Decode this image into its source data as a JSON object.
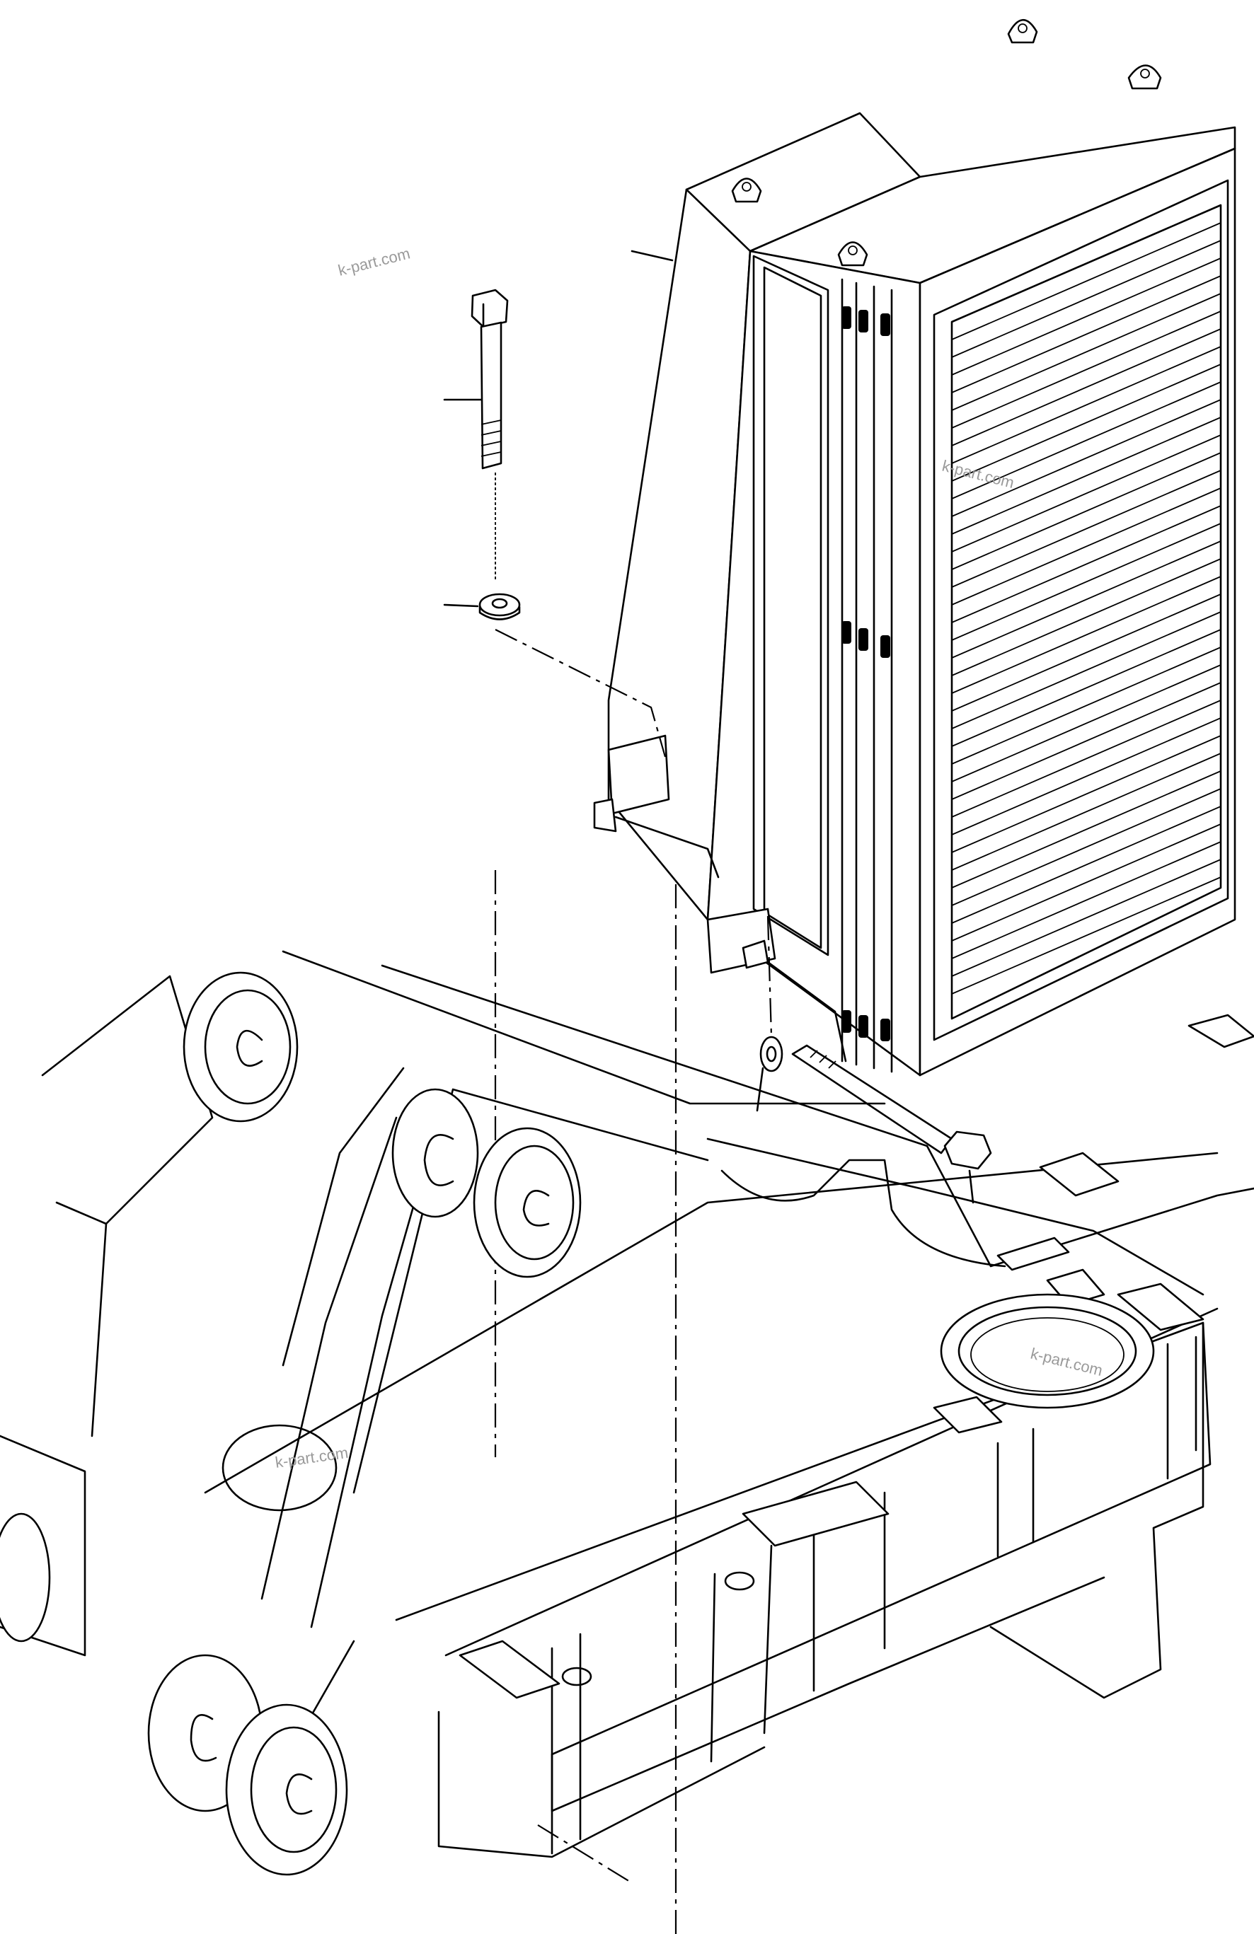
{
  "diagram": {
    "watermarks": [
      {
        "id": "wm-top-left",
        "text": "k-part.com"
      },
      {
        "id": "wm-radiator",
        "text": "k-part.com"
      },
      {
        "id": "wm-frame-right",
        "text": "k-part.com"
      },
      {
        "id": "wm-frame-left",
        "text": "k-part.com"
      }
    ],
    "parts": [
      "radiator-assembly",
      "bolt",
      "washer",
      "mount-bolt",
      "mount-washer",
      "main-frame",
      "lift-arm-brackets"
    ],
    "line_color": "#000000",
    "background_color": "#ffffff"
  }
}
